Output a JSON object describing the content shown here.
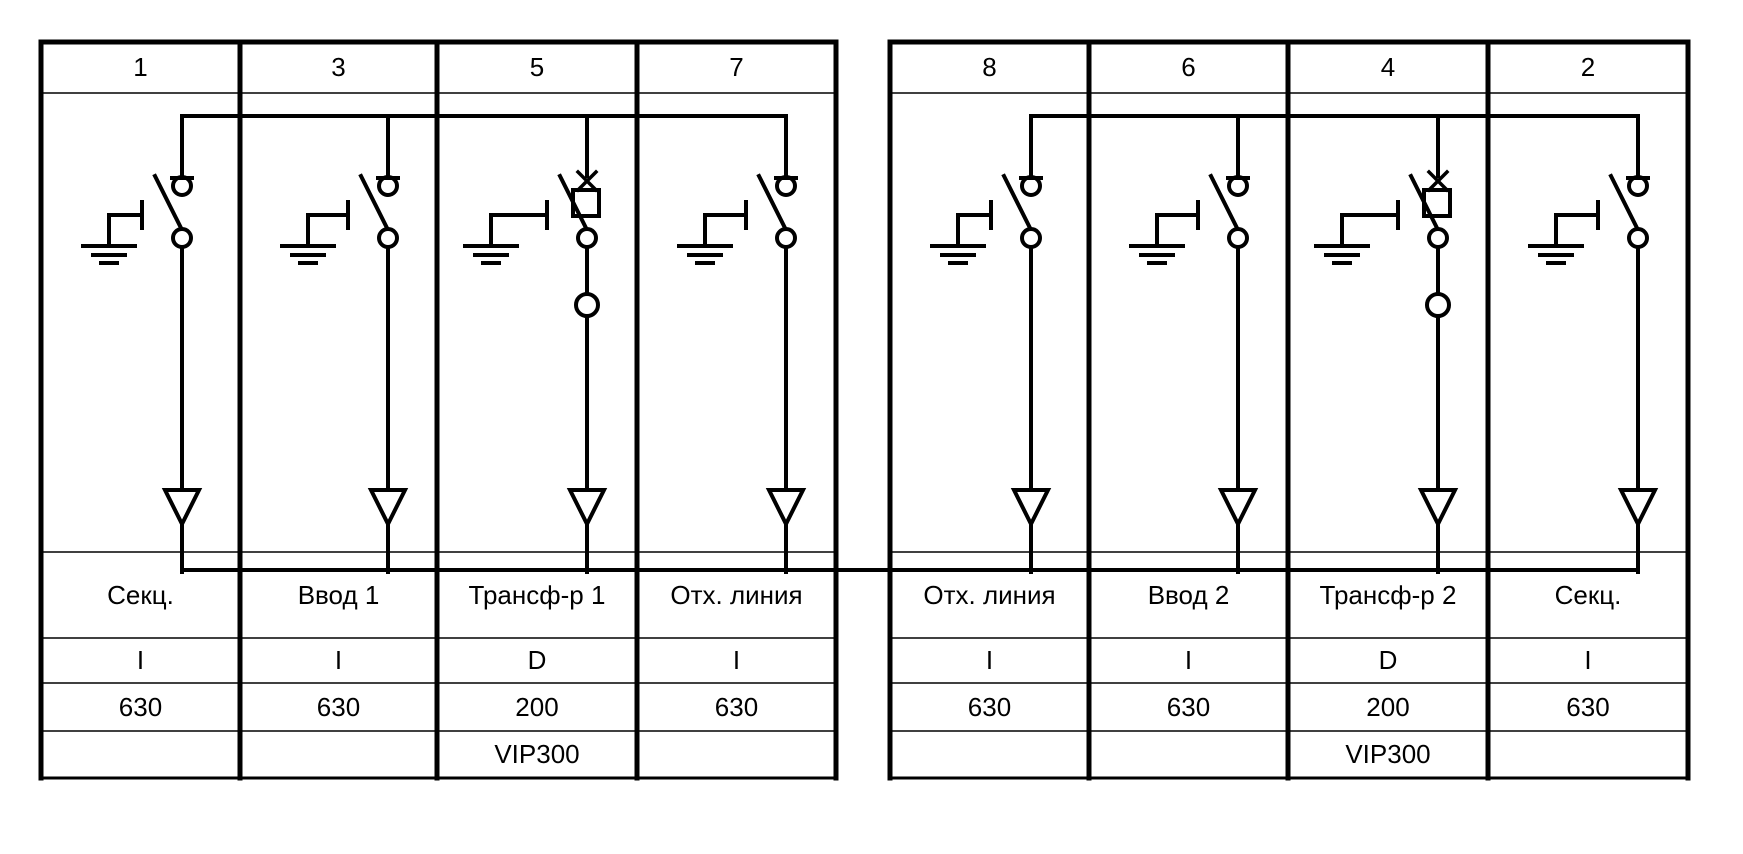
{
  "colors": {
    "line": "#000000",
    "background": "#ffffff"
  },
  "groups": [
    {
      "panels": [
        {
          "number": "1",
          "name": "Секц.",
          "type": "I",
          "current": "630",
          "protection": "",
          "device": "switch"
        },
        {
          "number": "3",
          "name": "Ввод 1",
          "type": "I",
          "current": "630",
          "protection": "",
          "device": "switch"
        },
        {
          "number": "5",
          "name": "Трансф-р 1",
          "type": "D",
          "current": "200",
          "protection": "VIP300",
          "device": "breaker"
        },
        {
          "number": "7",
          "name": "Отх. линия",
          "type": "I",
          "current": "630",
          "protection": "",
          "device": "switch"
        }
      ]
    },
    {
      "panels": [
        {
          "number": "8",
          "name": "Отх. линия",
          "type": "I",
          "current": "630",
          "protection": "",
          "device": "switch"
        },
        {
          "number": "6",
          "name": "Ввод 2",
          "type": "I",
          "current": "630",
          "protection": "",
          "device": "switch"
        },
        {
          "number": "4",
          "name": "Трансф-р 2",
          "type": "D",
          "current": "200",
          "protection": "VIP300",
          "device": "breaker"
        },
        {
          "number": "2",
          "name": "Секц.",
          "type": "I",
          "current": "630",
          "protection": "",
          "device": "switch"
        }
      ]
    }
  ],
  "icons": {
    "earthing_switch": "earthing-switch-icon",
    "ground": "ground-icon",
    "load_switch": "load-switch-icon",
    "circuit_breaker": "circuit-breaker-icon",
    "relay_box": "relay-box-icon",
    "cable_terminal": "cable-terminal-icon"
  }
}
